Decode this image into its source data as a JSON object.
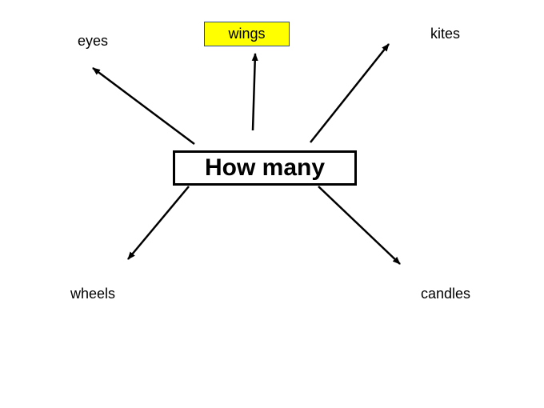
{
  "center": {
    "label": "How many"
  },
  "items": {
    "eyes": "eyes",
    "wings": "wings",
    "kites": "kites",
    "wheels": "wheels",
    "candles": "candles"
  },
  "colors": {
    "wings_highlight": "#ffff00",
    "arrow": "#000000"
  }
}
